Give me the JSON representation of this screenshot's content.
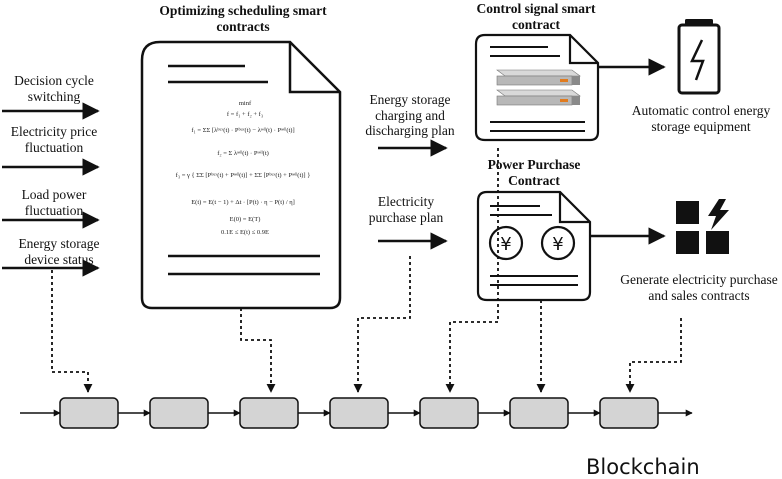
{
  "inputs": [
    "Decision cycle switching",
    "Electricity price fluctuation",
    "Load power fluctuation",
    "Energy storage device status"
  ],
  "scheduling_contract": {
    "title": "Optimizing scheduling smart contracts",
    "formulas": [
      "minf",
      "f = f₁ + f₂ + f₃",
      "f₁ = ΣΣ [λᵇᵘʸ(t) · Pᵇᵘʸ(t) − λˢᵉˡˡ(t) · Pˢᵉˡˡ(t)]",
      "f₂ = Σ λˢᵉˡˡ(t) · Pˢᵉˡˡ(t)",
      "f₃ = γ { ΣΣ [Pᵇᵘʸ(t) + Pˢᵉˡˡ(t)] + ΣΣ [Pᵇᵘʸ(t) + Pˢᵉˡˡ(t)] }",
      "E(t) = E(t − 1) + Δt · [P(t) · η − P(t) / η]",
      "E(0) = E(T)",
      "0.1E ≤ E(t) ≤ 0.9E"
    ]
  },
  "flows": {
    "charging_plan": "Energy storage charging and discharging plan",
    "purchase_plan": "Electricity purchase plan"
  },
  "control_contract": {
    "title": "Control signal smart contract"
  },
  "purchase_contract": {
    "title": "Power Purchase Contract",
    "currency_symbol": "¥"
  },
  "outputs": {
    "control": "Automatic control energy storage equipment",
    "generate": "Generate electricity purchase and sales contracts"
  },
  "blockchain": {
    "label": "Blockchain",
    "block_count": 7
  }
}
